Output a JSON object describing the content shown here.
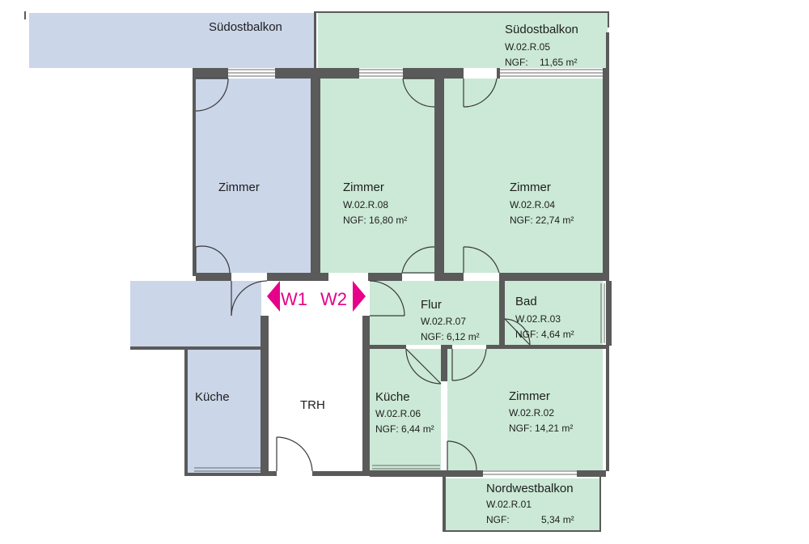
{
  "colors": {
    "unit_w1": "#cbd6e9",
    "unit_w2": "#cbe9d6",
    "stair": "#ffffff",
    "wall": "#5a5a5a",
    "marker": "#e6008a",
    "text": "#1e1e1e"
  },
  "w1": {
    "balcony": {
      "name": "Südostbalkon"
    },
    "room": {
      "name": "Zimmer"
    },
    "kitchen": {
      "name": "Küche"
    }
  },
  "stair": {
    "name": "TRH"
  },
  "markers": {
    "w1": "W1",
    "w2": "W2"
  },
  "w2": {
    "balcony_se": {
      "name": "Südostbalkon",
      "id": "W.02.R.05",
      "ngf_label": "NGF:",
      "area": "11,65 m²"
    },
    "room_08": {
      "name": "Zimmer",
      "id": "W.02.R.08",
      "ngf": "NGF: 16,80 m²"
    },
    "room_04": {
      "name": "Zimmer",
      "id": "W.02.R.04",
      "ngf": "NGF: 22,74 m²"
    },
    "hall": {
      "name": "Flur",
      "id": "W.02.R.07",
      "ngf": "NGF: 6,12 m²"
    },
    "bath": {
      "name": "Bad",
      "id": "W.02.R.03",
      "ngf": "NGF: 4,64 m²"
    },
    "kitchen": {
      "name": "Küche",
      "id": "W.02.R.06",
      "ngf": "NGF: 6,44 m²"
    },
    "room_02": {
      "name": "Zimmer",
      "id": "W.02.R.02",
      "ngf": "NGF: 14,21 m²"
    },
    "balcony_nw": {
      "name": "Nordwestbalkon",
      "id": "W.02.R.01",
      "ngf_label": "NGF:",
      "area": "5,34 m²"
    }
  }
}
